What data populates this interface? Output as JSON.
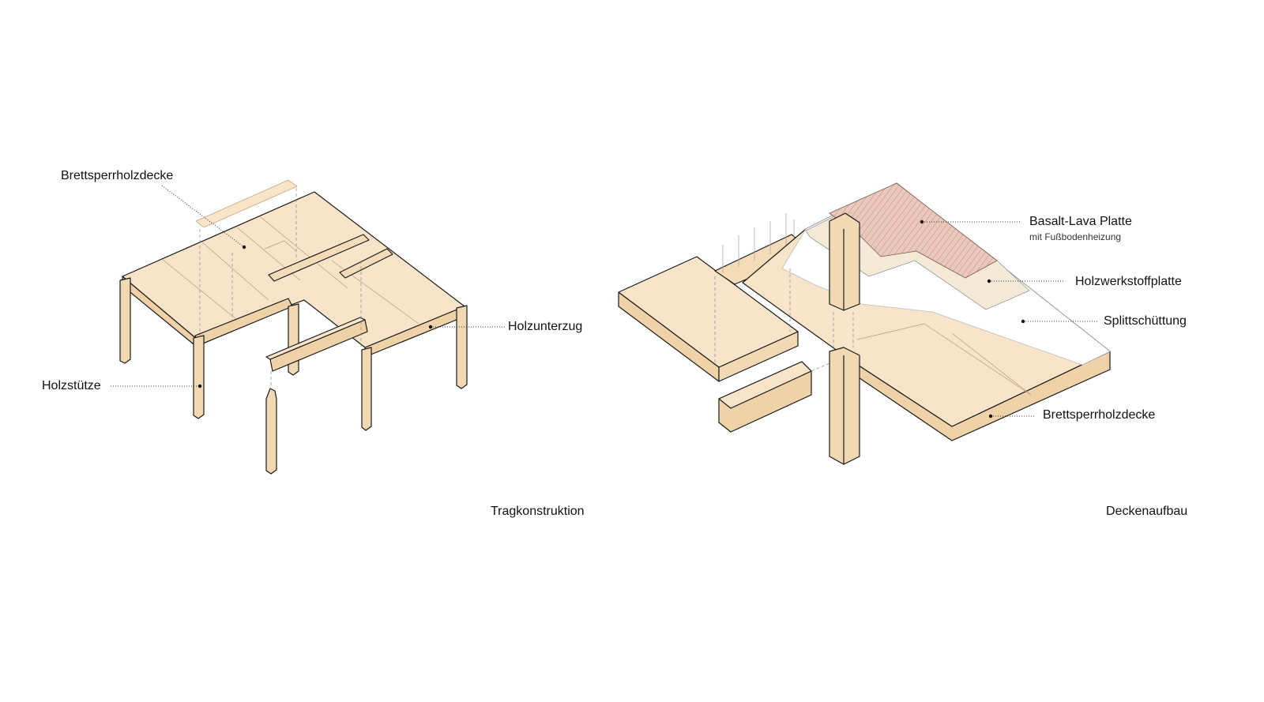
{
  "left_diagram": {
    "caption": "Tragkonstruktion",
    "labels": {
      "slab": "Brettsperrholzdecke",
      "beam": "Holzunterzug",
      "column": "Holzstütze"
    }
  },
  "right_diagram": {
    "caption": "Deckenaufbau",
    "labels": {
      "basalt": "Basalt-Lava Platte",
      "basalt_sub": "mit Fußbodenheizung",
      "board": "Holzwerkstoffplatte",
      "gravel": "Splittschüttung",
      "slab": "Brettsperrholzdecke"
    }
  },
  "colors": {
    "wood_top": "#f8e4c9",
    "wood_side": "#f0d2a8",
    "basalt": "#e8c3b6",
    "board": "#f4e8d6",
    "outline": "#1a1a1a"
  }
}
